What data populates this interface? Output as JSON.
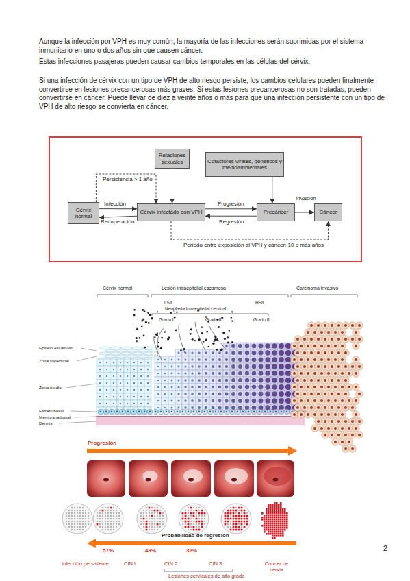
{
  "diagram": {
    "nodes": [
      {
        "text": [
          "Relaciones sexuales"
        ]
      },
      {
        "text": [
          "Cofactores virales, genéticos y medioambientales"
        ]
      },
      {
        "text": [
          "Cérvix normal"
        ]
      },
      {
        "text": [
          "Cérvix infectado con VPH"
        ]
      },
      {
        "text": [
          "Precáncer"
        ]
      },
      {
        "text": [
          "Cáncer"
        ]
      }
    ],
    "edges": [
      {
        "from": 0,
        "to": 3,
        "arrow": "to"
      },
      {
        "from": 2,
        "to": 3,
        "label": "Infección",
        "arrow": "to"
      },
      {
        "from": 3,
        "to": 2,
        "label": "Recuperación",
        "arrow": "to"
      },
      {
        "from": 3,
        "to": 4,
        "label": "Progresión",
        "arrow": "to"
      },
      {
        "from": 4,
        "to": 3,
        "label": "Regresión",
        "arrow": "to"
      },
      {
        "from": 1,
        "to": 4,
        "arrow": "to"
      },
      {
        "from": 4,
        "to": 5,
        "label": "Invasión",
        "arrow": "to"
      },
      {
        "from": 2,
        "to": 3,
        "label": "Persistencia > 1 año",
        "arrow": "to"
      },
      {
        "from": 3,
        "to": 5,
        "label": "Período entre exposición al VPH y cáncer: 10 o más años",
        "arrow": "to"
      }
    ],
    "labels": [
      "Aunque la infección por VPH es muy común, la mayoría de las infecciones serán suprimidas por el sistema inmunitario en uno o dos años sin que causen cáncer.",
      "Estas infecciones pasajeras pueden causar cambios temporales en las células del cérvix.",
      "Si una infección de cérvix con un tipo de VPH de alto riesgo persiste, los cambios celulares pueden finalmente convertirse en lesiones precancerosas más graves. Si estas lesiones precancerosas no son tratadas, pueden convertirse en cáncer. Puede llevar de diez a veinte años o más para que una infección persistente con un tipo de VPH de alto riesgo se convierta en cáncer.",
      "Cérvix normal",
      "Lesión intraepitelial escamosa",
      "Carcinoma invasivo",
      "LSIL",
      "HSIL",
      "Neoplasia intraepitelial cervical",
      "Grado I",
      "Grado II",
      "Grado III",
      "Epitelio escamoso",
      "Zona superficial",
      "Zona media",
      "Estrato basal",
      "Membrana basal",
      "Dermis",
      "Progresión",
      "Probabilidad de regresión",
      "57%",
      "43%",
      "32%",
      "Infección persistente",
      "CIN I",
      "CIN 2",
      "CIN 3",
      "Lesiones cervicales de alto grado",
      "Cáncer de cérvix",
      "2"
    ]
  }
}
